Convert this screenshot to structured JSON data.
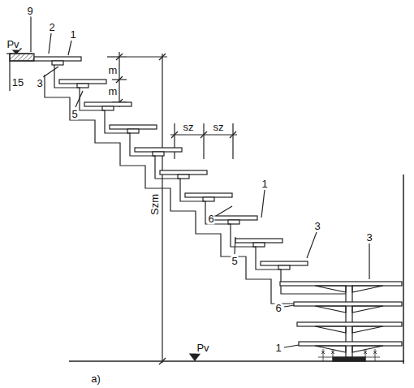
{
  "diagram": {
    "labels": [
      "9",
      "2",
      "Pv",
      "15",
      "1",
      "3",
      "5",
      "m",
      "m",
      "Szm",
      "sz",
      "sz",
      "1",
      "6",
      "3",
      "5",
      "3",
      "6",
      "1",
      "Pv",
      "a)"
    ]
  }
}
